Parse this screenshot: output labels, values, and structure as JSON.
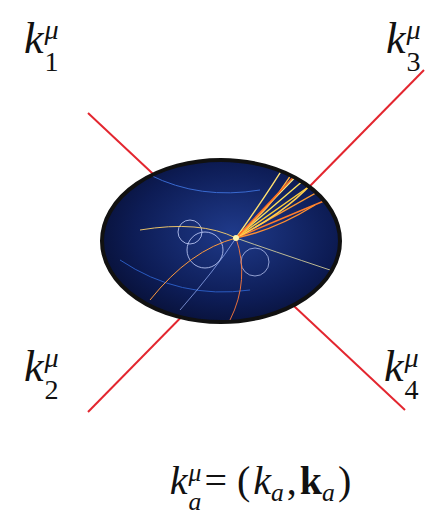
{
  "diagram": {
    "labels": [
      "k",
      "μ",
      "1",
      "k",
      "μ",
      "3",
      "k",
      "μ",
      "2",
      "k",
      "μ",
      "4",
      "k",
      "μ",
      "a",
      "= (",
      "k",
      "a",
      ",",
      "k",
      "a",
      ")"
    ]
  }
}
